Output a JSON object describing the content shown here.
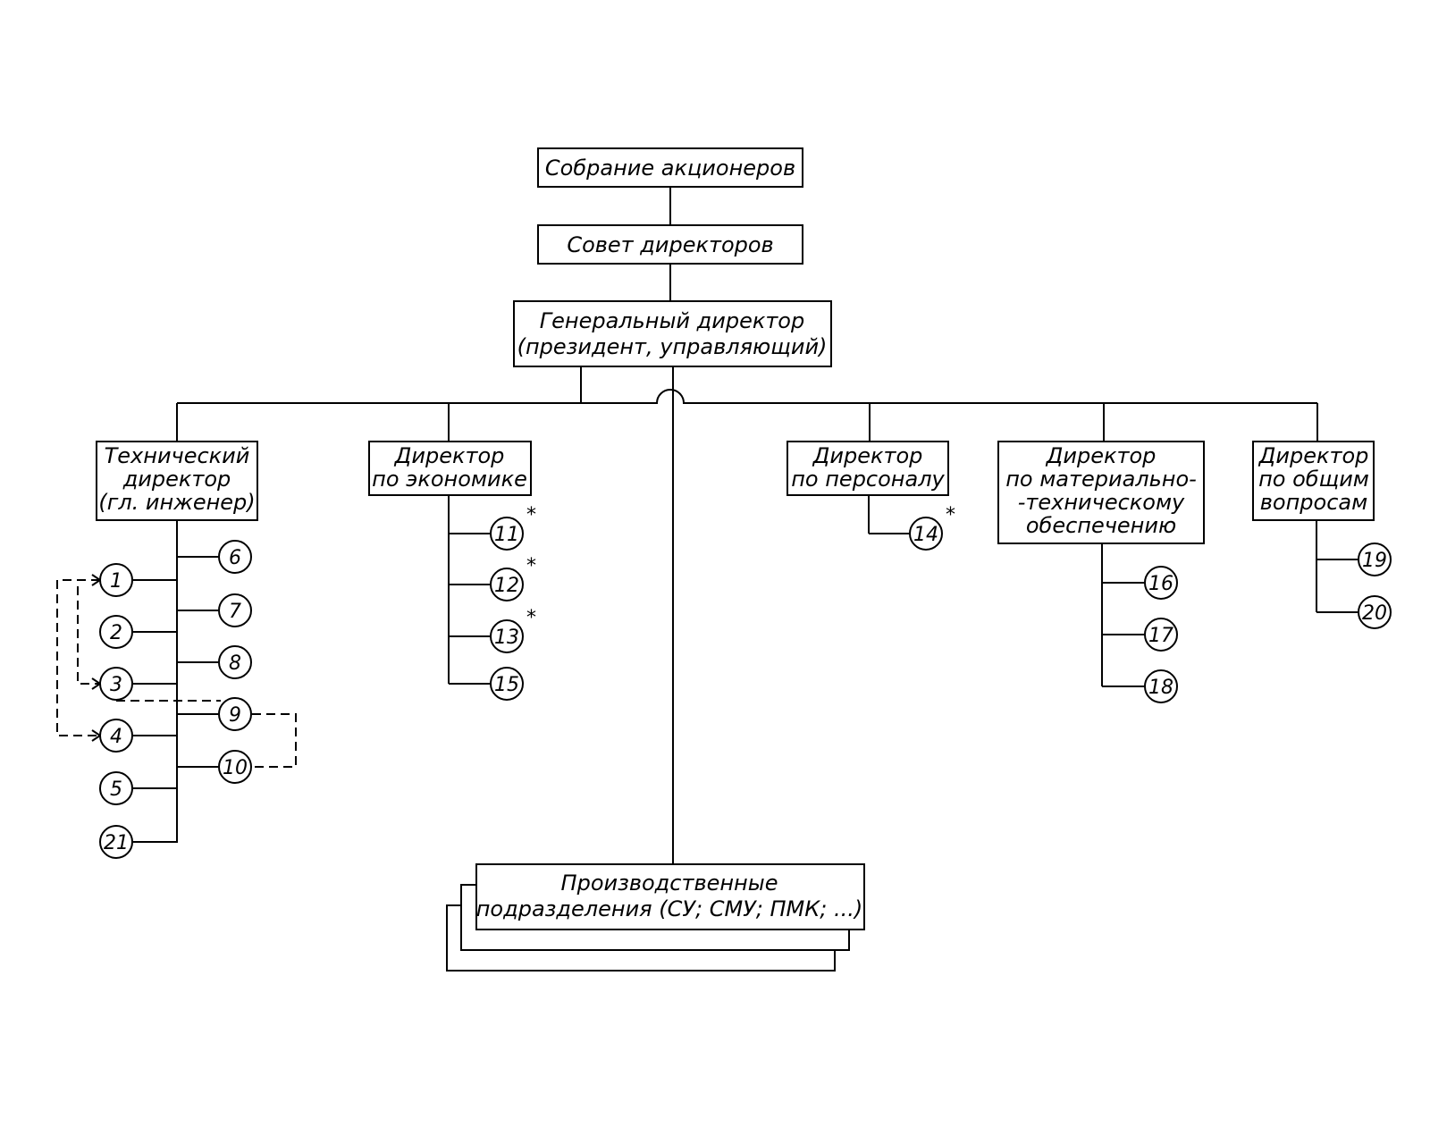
{
  "diagram": {
    "top": {
      "shareholders": "Собрание акционеров",
      "board": "Совет директоров",
      "ceo_line1": "Генеральный директор",
      "ceo_line2": "(президент, управляющий)"
    },
    "directors": {
      "technical": [
        "Технический",
        "директор",
        "(гл. инженер)"
      ],
      "economics": [
        "Директор",
        "по экономике"
      ],
      "personnel": [
        "Директор",
        "по персоналу"
      ],
      "logistics": [
        "Директор",
        "по материально-",
        "-техническому",
        "обеспечению"
      ],
      "general": [
        "Директор",
        "по общим",
        "вопросам"
      ]
    },
    "production": {
      "line1": "Производственные",
      "line2": "подразделения (СУ; СМУ; ПМК; ...)"
    },
    "nodes": {
      "technical_left": [
        "1",
        "2",
        "3",
        "4",
        "5",
        "21"
      ],
      "technical_right": [
        "6",
        "7",
        "8",
        "9",
        "10"
      ],
      "economics": [
        "11",
        "12",
        "13",
        "15"
      ],
      "economics_starred": [
        "11",
        "12",
        "13"
      ],
      "personnel": [
        "14"
      ],
      "logistics": [
        "16",
        "17",
        "18"
      ],
      "general": [
        "19",
        "20"
      ],
      "star_symbol": "*"
    }
  }
}
